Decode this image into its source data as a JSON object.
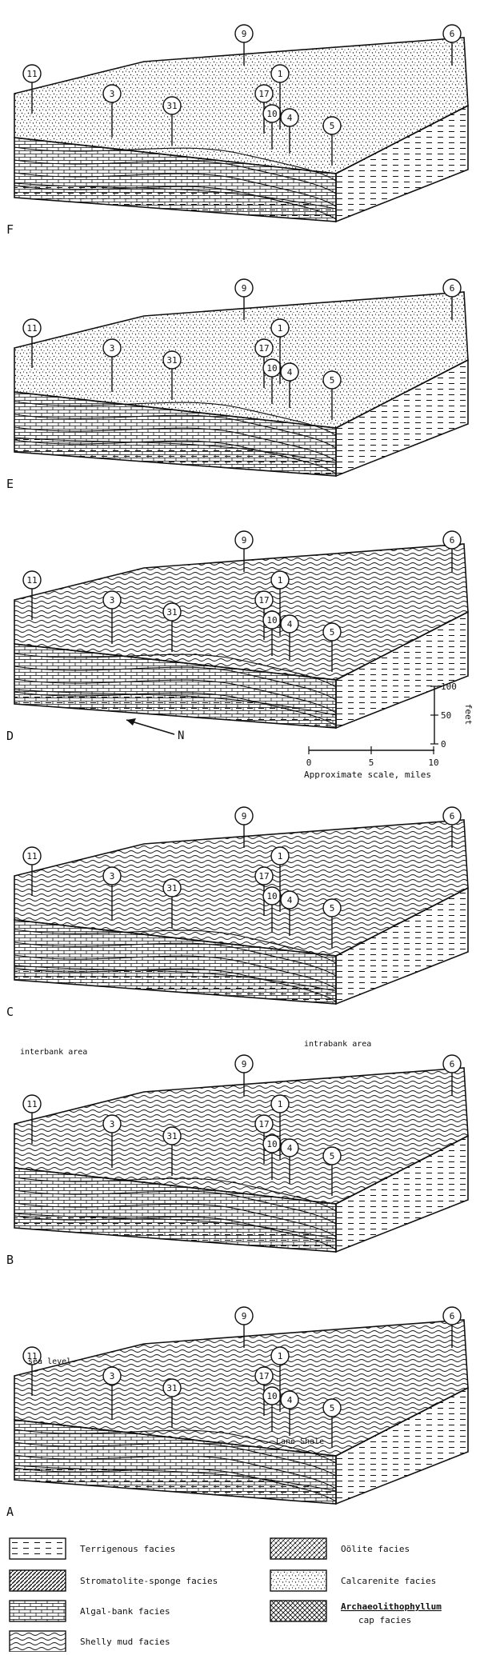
{
  "figure": {
    "panels": [
      {
        "letter": "F",
        "annotations": []
      },
      {
        "letter": "E",
        "annotations": []
      },
      {
        "letter": "D",
        "annotations": []
      },
      {
        "letter": "C",
        "annotations": []
      },
      {
        "letter": "B",
        "annotations": [
          "interbank area",
          "intrabank area"
        ]
      },
      {
        "letter": "A",
        "annotations": [
          "sea level",
          "Lane Shale"
        ]
      }
    ],
    "localities": [
      "11",
      "3",
      "31",
      "9",
      "17",
      "10",
      "1",
      "4",
      "5",
      "6"
    ],
    "scale": {
      "vertical_ticks": [
        "100",
        "50",
        "0"
      ],
      "vertical_unit": "feet",
      "horizontal_ticks": [
        "0",
        "5",
        "10"
      ],
      "caption": "Approximate scale, miles"
    },
    "north_label": "N",
    "legend": [
      {
        "label": "Terrigenous facies",
        "pattern": "dashes"
      },
      {
        "label": "Stromatolite-sponge facies",
        "pattern": "diagonal"
      },
      {
        "label": "Algal-bank facies",
        "pattern": "brick"
      },
      {
        "label": "Shelly mud facies",
        "pattern": "wavy"
      },
      {
        "label": "Oölite facies",
        "pattern": "oolite"
      },
      {
        "label": "Calcarenite facies",
        "pattern": "stipple"
      },
      {
        "label": "Archaeolithophyllum",
        "label2": "cap facies",
        "pattern": "crosshatch"
      }
    ]
  }
}
